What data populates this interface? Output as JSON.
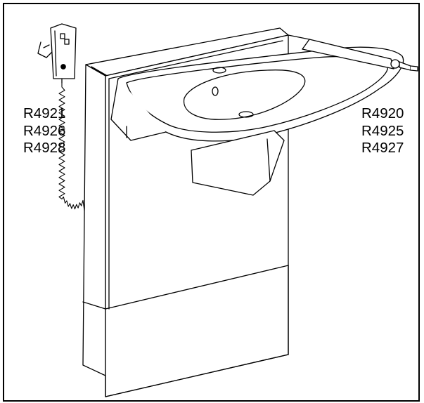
{
  "labels": {
    "left": [
      "R4921",
      "R4926",
      "R4928"
    ],
    "right": [
      "R4920",
      "R4925",
      "R4927"
    ]
  },
  "colors": {
    "line": "#000000",
    "background": "#ffffff"
  }
}
